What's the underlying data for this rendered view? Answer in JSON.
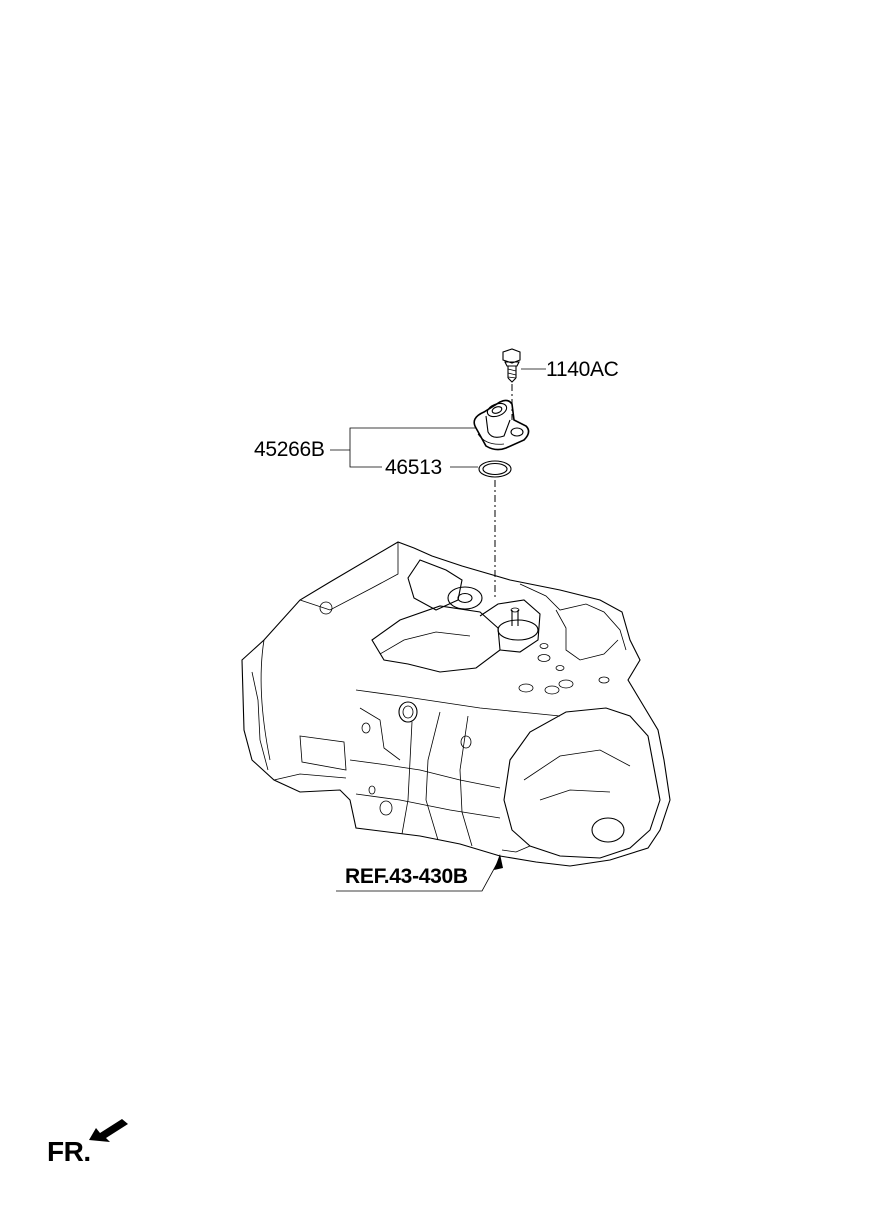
{
  "callouts": {
    "bolt": "1140AC",
    "assembly": "45266B",
    "ring": "46513",
    "reference": "REF.43-430B"
  },
  "front_marker": {
    "label": "FR.",
    "icon": "front-direction-arrow-icon"
  }
}
